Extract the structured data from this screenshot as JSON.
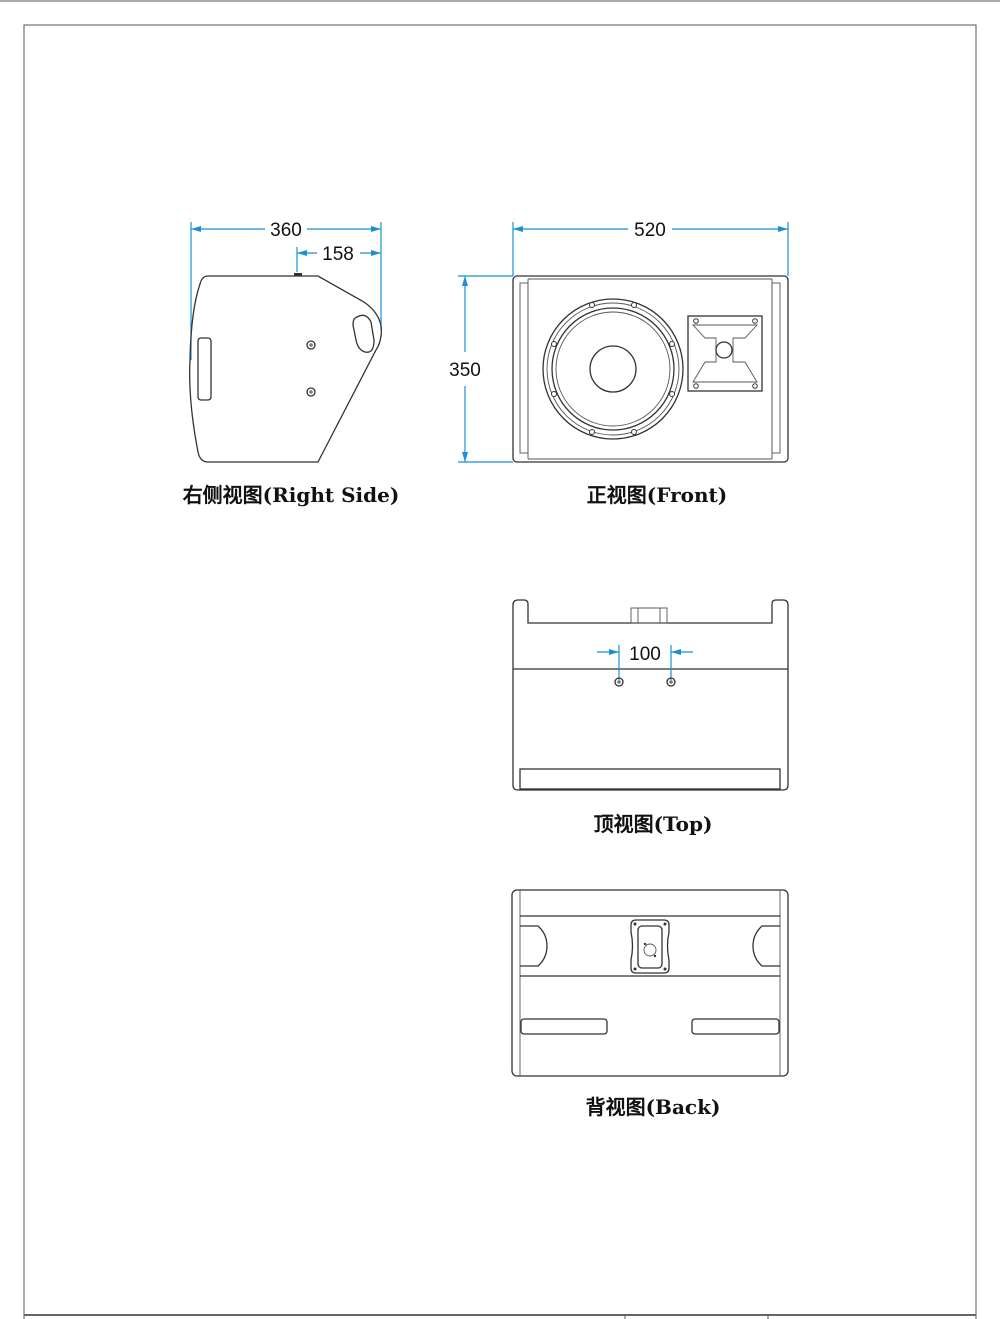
{
  "views": {
    "right_side": {
      "caption": "右侧视图(Right Side)",
      "dim_depth": "360",
      "dim_top_offset": "158"
    },
    "front": {
      "caption": "正视图(Front)",
      "dim_width": "520",
      "dim_height": "350"
    },
    "top": {
      "caption": "顶视图(Top)",
      "dim_mount_spacing": "100"
    },
    "back": {
      "caption": "背视图(Back)"
    }
  },
  "colors": {
    "dimension": "#1a8fd6",
    "outline": "#333333"
  }
}
